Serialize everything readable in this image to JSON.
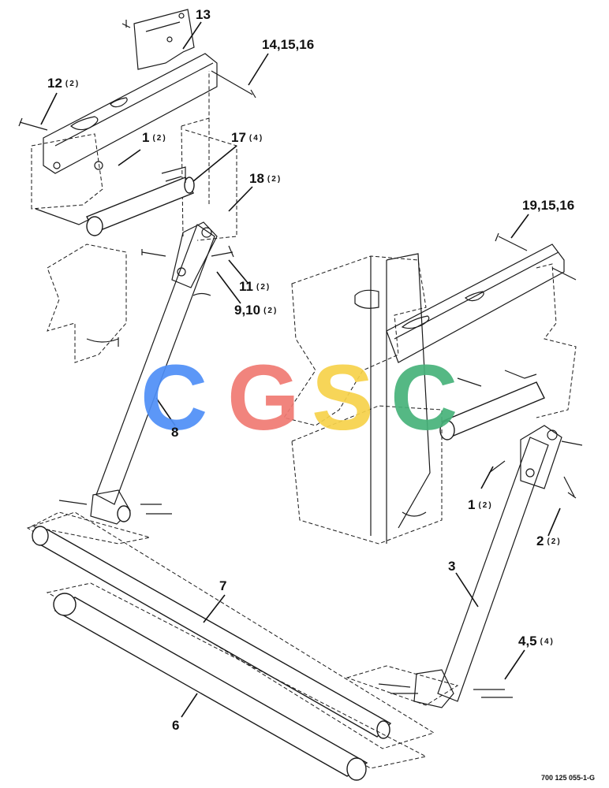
{
  "callouts": [
    {
      "id": "c13",
      "number": "13",
      "qty": ""
    },
    {
      "id": "c14",
      "number": "14,15,16",
      "qty": ""
    },
    {
      "id": "c12",
      "number": "12",
      "qty": "(2)"
    },
    {
      "id": "c1a",
      "number": "1",
      "qty": "(2)"
    },
    {
      "id": "c17",
      "number": "17",
      "qty": "(4)"
    },
    {
      "id": "c18",
      "number": "18",
      "qty": "(2)"
    },
    {
      "id": "c11",
      "number": "11",
      "qty": "(2)"
    },
    {
      "id": "c9",
      "number": "9,10",
      "qty": "(2)"
    },
    {
      "id": "c19",
      "number": "19,15,16",
      "qty": ""
    },
    {
      "id": "c8",
      "number": "8",
      "qty": ""
    },
    {
      "id": "c1b",
      "number": "1",
      "qty": "(2)"
    },
    {
      "id": "c2",
      "number": "2",
      "qty": "(2)"
    },
    {
      "id": "c3",
      "number": "3",
      "qty": ""
    },
    {
      "id": "c7",
      "number": "7",
      "qty": ""
    },
    {
      "id": "c45",
      "number": "4,5",
      "qty": "(4)"
    },
    {
      "id": "c6",
      "number": "6",
      "qty": ""
    }
  ],
  "watermark": {
    "letters": [
      "C",
      "G",
      "S",
      "C"
    ],
    "colors": [
      "#4f8ff7",
      "#f07a72",
      "#f7d24a",
      "#47b27a"
    ]
  },
  "drawing_number": "700 125 055-1-G"
}
